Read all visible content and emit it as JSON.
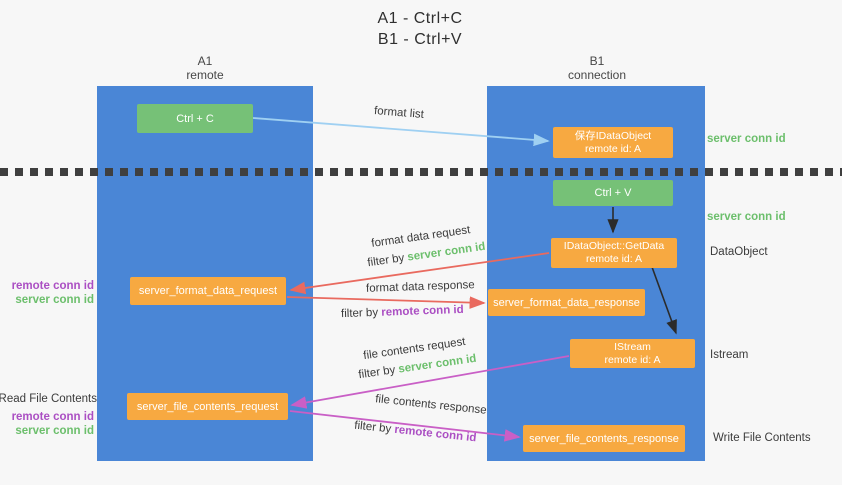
{
  "title": {
    "line1": "A1 - Ctrl+C",
    "line2": "B1 - Ctrl+V"
  },
  "columns": {
    "left": {
      "title": "A1",
      "subtitle": "remote"
    },
    "right": {
      "title": "B1",
      "subtitle": "connection"
    }
  },
  "nodes": {
    "ctrl_c": "Ctrl + C",
    "ctrl_v": "Ctrl + V",
    "save_idataobject": {
      "line1": "保存IDataObject",
      "line2": "remote id: A"
    },
    "getdata": {
      "line1": "IDataObject::GetData",
      "line2": "remote id: A"
    },
    "istream": {
      "line1": "IStream",
      "line2": "remote id: A"
    },
    "format_request": "server_format_data_request",
    "format_response": "server_format_data_response",
    "file_request": "server_file_contents_request",
    "file_response": "server_file_contents_response"
  },
  "annotations": {
    "server_conn_id_top": "server conn id",
    "server_conn_id_mid": "server conn id",
    "dataobject_label": "DataObject",
    "istream_label": "Istream",
    "write_file_contents": "Write File Contents",
    "read_file_contents": "Read File Contents",
    "req1_remote_conn_id": "remote conn id",
    "req1_server_conn_id": "server conn id",
    "req2_remote_conn_id": "remote conn id",
    "req2_server_conn_id": "server conn id"
  },
  "arrow_labels": {
    "format_list": "format list",
    "format_data_request": "format data request",
    "format_data_response": "format data response",
    "file_contents_request": "file contents request",
    "file_contents_response": "file contents response",
    "filter_request_1": {
      "prefix": "filter by ",
      "value": "server conn id"
    },
    "filter_response_1": {
      "prefix": "filter by ",
      "value": "remote conn id"
    },
    "filter_request_2": {
      "prefix": "filter by ",
      "value": "server conn id"
    },
    "filter_response_2": {
      "prefix": "filter by ",
      "value": "remote conn id"
    }
  },
  "colors": {
    "column_blue": "#4a86d6",
    "box_green": "#76c177",
    "box_orange": "#f7a941",
    "arrow_lightblue": "#9fd0f2",
    "arrow_red": "#e96a5f",
    "arrow_magenta": "#c95fc6",
    "arrow_black": "#2b2b2b",
    "text_green": "#6cbf6c",
    "text_purple": "#ab4fc3",
    "text_dark": "#3b3b3b",
    "background": "#f7f7f7"
  }
}
